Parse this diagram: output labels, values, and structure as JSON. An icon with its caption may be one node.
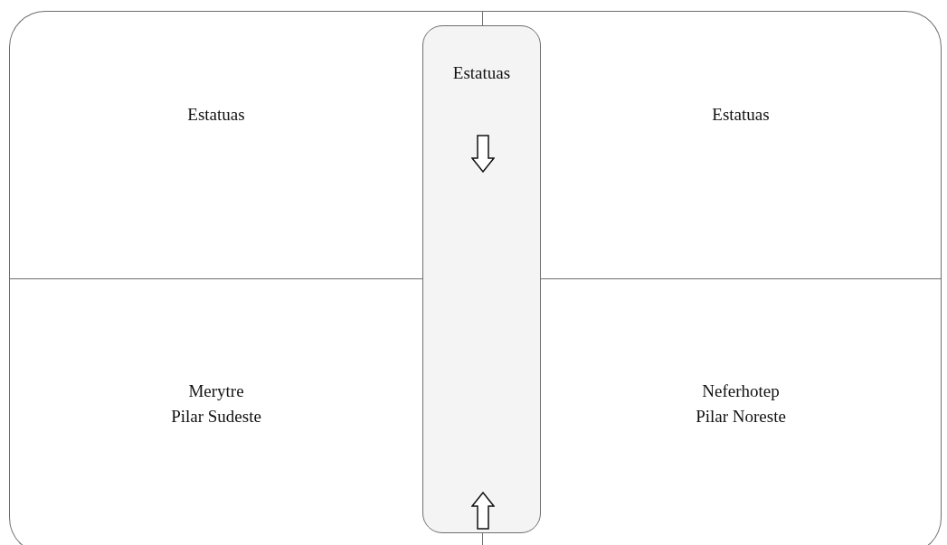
{
  "diagram": {
    "nodes": [
      {
        "text": [
          "Estatuas"
        ]
      },
      {
        "text": [
          "Estatuas"
        ]
      },
      {
        "text": [
          "Estatuas"
        ]
      },
      {
        "text": [
          "Merytre",
          "Pilar Sudeste"
        ]
      },
      {
        "text": [
          "Neferhotep",
          "Pilar Noreste"
        ]
      }
    ],
    "edges": []
  }
}
